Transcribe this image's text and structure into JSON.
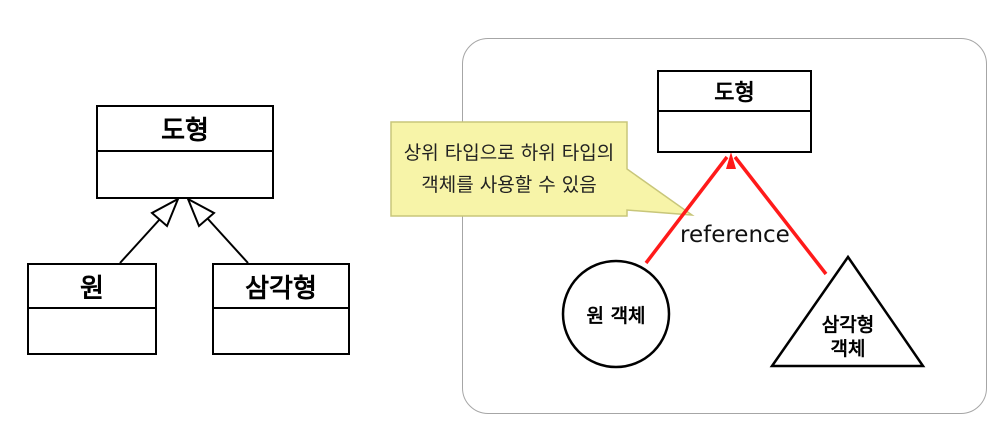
{
  "left_diagram": {
    "parent_class": "도형",
    "child_class_1": "원",
    "child_class_2": "삼각형"
  },
  "right_panel": {
    "parent_class": "도형",
    "callout": {
      "line1": "상위 타입으로 하위 타입의",
      "line2": "객체를 사용할 수 있음"
    },
    "reference_label": "reference",
    "circle_object_label": "원 객체",
    "triangle_object_label_line1": "삼각형",
    "triangle_object_label_line2": "객체"
  },
  "colors": {
    "reference_arrow": "#ff1a1a",
    "callout_fill": "#f7f4a8",
    "callout_border": "#c8c67a",
    "panel_border": "#a6a6a6"
  }
}
